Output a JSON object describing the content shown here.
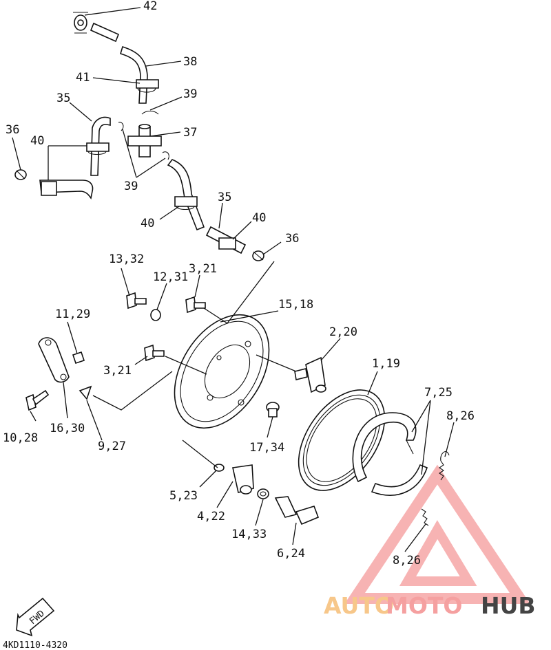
{
  "labels": {
    "l42": "42",
    "l38": "38",
    "l41": "41",
    "l39a": "39",
    "l35a": "35",
    "l37": "37",
    "l36a": "36",
    "l40a": "40",
    "l39b": "39",
    "l40b": "40",
    "l35b": "35",
    "l40c": "40",
    "l36b": "36",
    "l13_32": "13,32",
    "l12_31": "12,31",
    "l3_21a": "3,21",
    "l15_18": "15,18",
    "l11_29": "11,29",
    "l2_20": "2,20",
    "l3_21b": "3,21",
    "l1_19": "1,19",
    "l7_25": "7,25",
    "l8_26a": "8,26",
    "l10_28": "10,28",
    "l16_30": "16,30",
    "l9_27": "9,27",
    "l17_34": "17,34",
    "l5_23": "5,23",
    "l4_22": "4,22",
    "l14_33": "14,33",
    "l6_24": "6,24",
    "l8_26b": "8,26"
  },
  "fwd_label": "FWD",
  "diagram_code": "4KD1110-4320",
  "watermark": {
    "word1": "AUTO",
    "word2": "MOTO",
    "word3": "HUB",
    "color1": "#f7c78a",
    "color2": "#f5a0a0",
    "color3": "#444444",
    "logo_color": "#f59a9a"
  }
}
